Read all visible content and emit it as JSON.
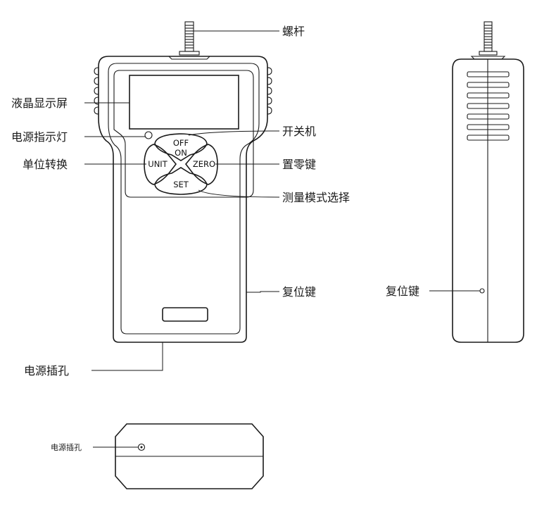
{
  "front_labels": {
    "screw": "螺杆",
    "lcd": "液晶显示屏",
    "power_indicator": "电源指示灯",
    "power_switch": "开关机",
    "unit_switch": "单位转换",
    "zero_key": "置零键",
    "mode_select": "测量模式选择",
    "reset_key": "复位键",
    "power_jack": "电源插孔"
  },
  "keys": {
    "off": "OFF",
    "on": "ON",
    "unit": "UNIT",
    "zero": "ZERO",
    "set": "SET"
  },
  "side_labels": {
    "reset_key": "复位键"
  },
  "bottom_labels": {
    "power_jack": "电源插孔"
  }
}
